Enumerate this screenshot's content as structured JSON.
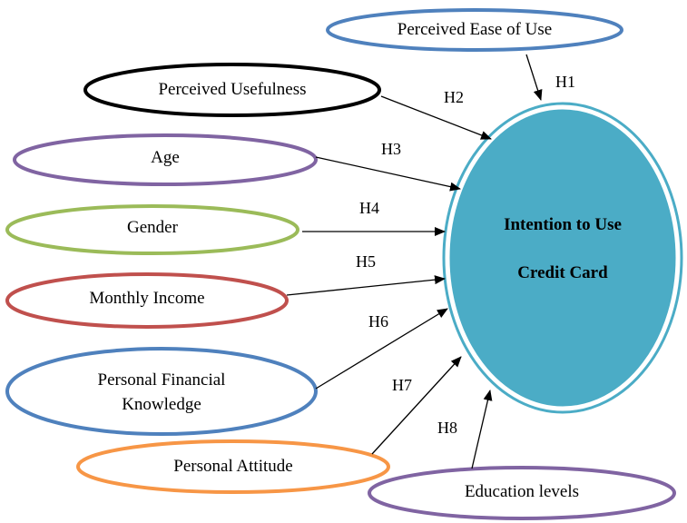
{
  "diagram": {
    "outcome": {
      "line1": "Intention to Use",
      "line2": "Credit Card",
      "fill": "#4BACC6",
      "stroke": "#4BACC6"
    },
    "factors": {
      "ease_of_use": {
        "label": "Perceived Ease of Use",
        "color": "#4F81BD"
      },
      "usefulness": {
        "label": "Perceived Usefulness",
        "color": "#000000"
      },
      "age": {
        "label": "Age",
        "color": "#8064A2"
      },
      "gender": {
        "label": "Gender",
        "color": "#9BBB59"
      },
      "income": {
        "label": "Monthly Income",
        "color": "#C0504D"
      },
      "knowledge": {
        "line1": "Personal Financial",
        "line2": "Knowledge",
        "color": "#4F81BD"
      },
      "attitude": {
        "label": "Personal Attitude",
        "color": "#F79646"
      },
      "education": {
        "label": "Education levels",
        "color": "#8064A2"
      }
    },
    "hypotheses": {
      "h1": "H1",
      "h2": "H2",
      "h3": "H3",
      "h4": "H4",
      "h5": "H5",
      "h6": "H6",
      "h7": "H7",
      "h8": "H8"
    }
  }
}
